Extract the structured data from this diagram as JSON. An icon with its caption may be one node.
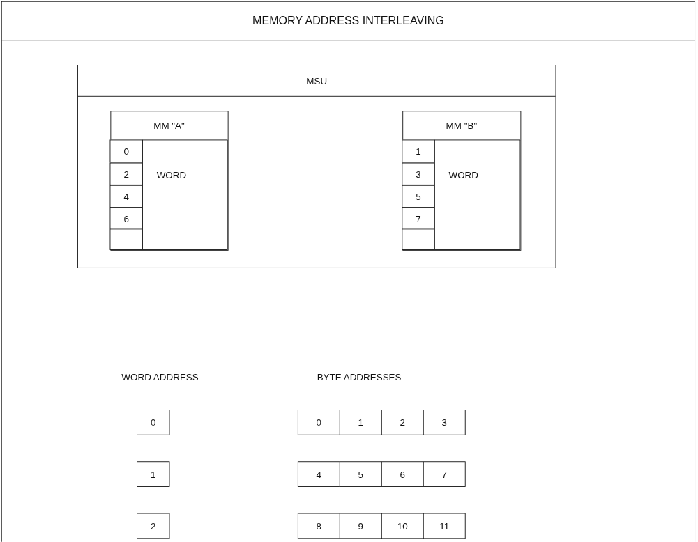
{
  "diagram": {
    "title": "MEMORY ADDRESS INTERLEAVING",
    "nodes": [
      {
        "text": [
          "MSU"
        ]
      },
      {
        "text": [
          "MM \"A\""
        ],
        "in": 0
      },
      {
        "text": [
          "0"
        ],
        "in": 1
      },
      {
        "text": [
          "2"
        ],
        "in": 1
      },
      {
        "text": [
          "4"
        ],
        "in": 1
      },
      {
        "text": [
          "6"
        ],
        "in": 1
      },
      {
        "text": [],
        "shape": "box",
        "in": 1
      },
      {
        "text": [
          "WORD"
        ],
        "in": 1
      },
      {
        "text": [
          "MM \"B\""
        ],
        "in": 0
      },
      {
        "text": [
          "1"
        ],
        "in": 8
      },
      {
        "text": [
          "3"
        ],
        "in": 8
      },
      {
        "text": [
          "5"
        ],
        "in": 8
      },
      {
        "text": [
          "7"
        ],
        "in": 8
      },
      {
        "text": [],
        "shape": "box",
        "in": 8
      },
      {
        "text": [
          "WORD"
        ],
        "in": 8
      },
      {
        "text": [
          "0"
        ]
      },
      {
        "text": [
          "1"
        ]
      },
      {
        "text": [
          "2"
        ]
      },
      {
        "text": [
          "0"
        ]
      },
      {
        "text": [
          "1"
        ]
      },
      {
        "text": [
          "2"
        ]
      },
      {
        "text": [
          "3"
        ]
      },
      {
        "text": [
          "4"
        ]
      },
      {
        "text": [
          "5"
        ]
      },
      {
        "text": [
          "6"
        ]
      },
      {
        "text": [
          "7"
        ]
      },
      {
        "text": [
          "8"
        ]
      },
      {
        "text": [
          "9"
        ]
      },
      {
        "text": [
          "10"
        ]
      },
      {
        "text": [
          "11"
        ]
      }
    ],
    "edges": [],
    "labels": [
      "WORD ADDRESS",
      "BYTE ADDRESSES"
    ]
  }
}
